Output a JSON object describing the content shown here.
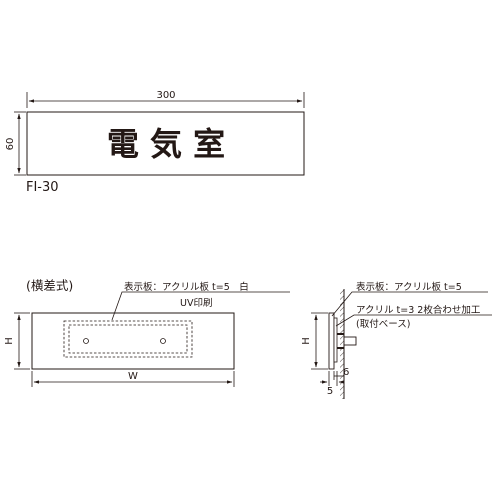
{
  "sign": {
    "width_label": "300",
    "height_label": "60",
    "text": "電 気 室",
    "model": "FI-30"
  },
  "front_view": {
    "style_label": "(横差式)",
    "note_plate": "表示板：アクリル板 t=5　白",
    "note_print": "UV印刷",
    "height_label": "H",
    "width_label": "W"
  },
  "side_view": {
    "note_plate": "表示板：アクリル板 t=5",
    "note_acrylic": "アクリル t=3 2枚合わせ加工",
    "note_base": "(取付ベース)",
    "height_label": "H",
    "dim_6": "6",
    "dim_5": "5"
  }
}
